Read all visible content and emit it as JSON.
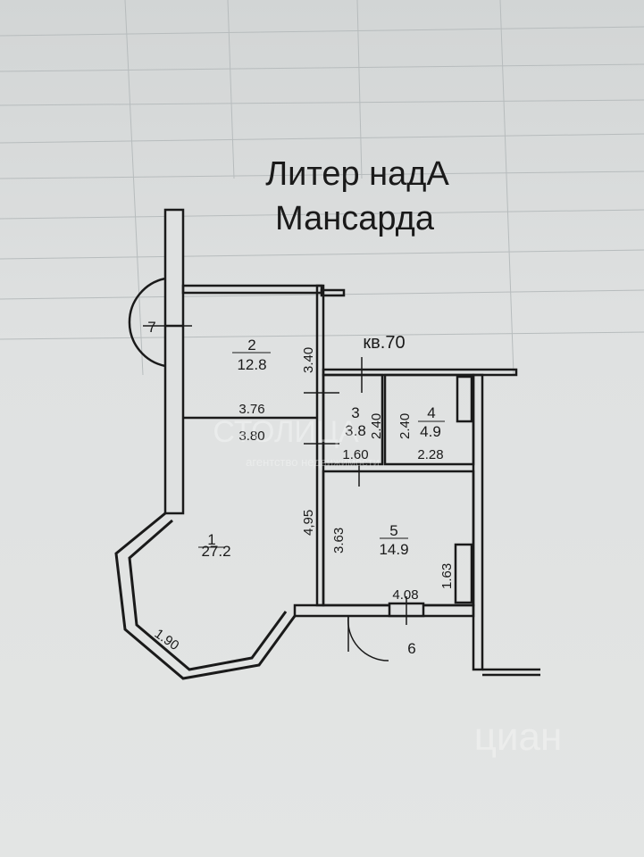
{
  "title": {
    "line1": "Литер надА",
    "line2": "Мансарда"
  },
  "apartment_label": "кв.70",
  "rooms": [
    {
      "number": "1",
      "area": "27.2"
    },
    {
      "number": "2",
      "area": "12.8"
    },
    {
      "number": "3",
      "area": "3.8"
    },
    {
      "number": "4",
      "area": "4.9"
    },
    {
      "number": "5",
      "area": "14.9"
    },
    {
      "number": "6"
    },
    {
      "number": "7"
    }
  ],
  "dimensions": {
    "d_3_40": "3.40",
    "d_3_76": "3.76",
    "d_3_80": "3.80",
    "d_2_40a": "2.40",
    "d_2_40b": "2.40",
    "d_1_60": "1.60",
    "d_2_28": "2.28",
    "d_4_95": "4,95",
    "d_3_63": "3.63",
    "d_1_63": "1.63",
    "d_4_08": "4.08",
    "d_1_90": "1.90"
  },
  "watermark": {
    "agency": "СТОЛИЦА",
    "agency_sub": "агентство недвижимости",
    "site": "циан"
  }
}
